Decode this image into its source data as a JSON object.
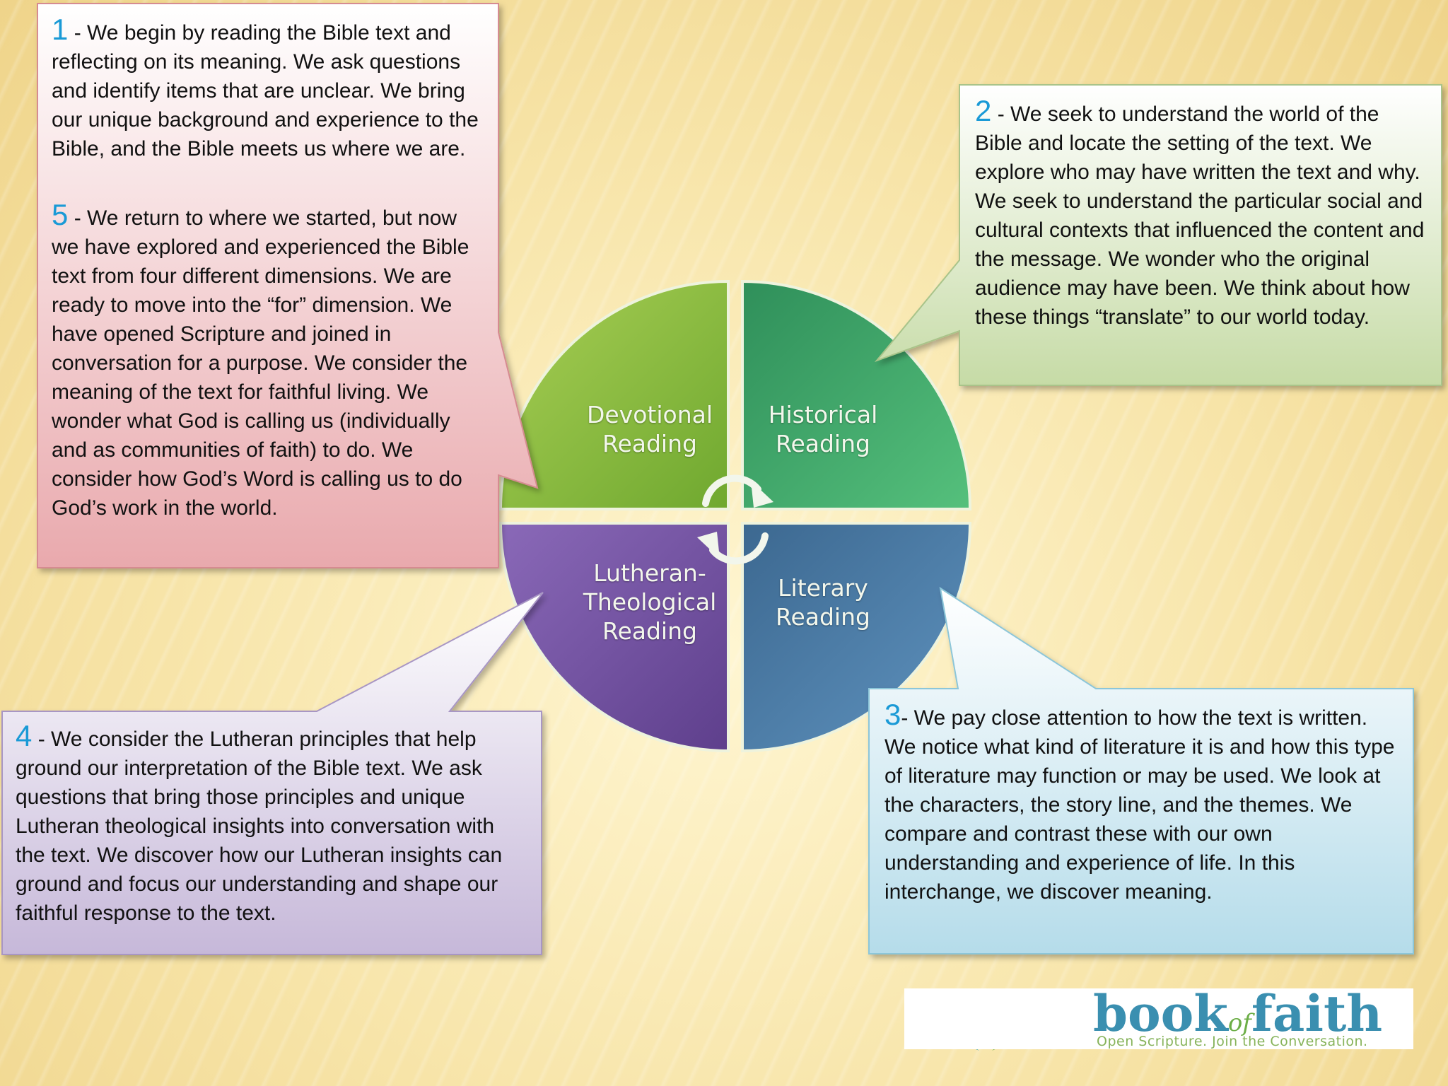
{
  "diagram": {
    "quadrants": [
      {
        "id": "devotional",
        "label_line1": "Devotional",
        "label_line2": "Reading",
        "color": "#8fbe3e"
      },
      {
        "id": "historical",
        "label_line1": "Historical",
        "label_line2": "Reading",
        "color": "#3fa866"
      },
      {
        "id": "lutheran",
        "label_line1": "Lutheran-",
        "label_line2": "Theological",
        "label_line3": "Reading",
        "color": "#7a56a6"
      },
      {
        "id": "literary",
        "label_line1": "Literary",
        "label_line2": "Reading",
        "color": "#4b79a3"
      }
    ]
  },
  "callouts": {
    "c1": {
      "num": "1",
      "text": " - We begin by reading the Bible text and reflecting on its meaning. We ask questions and identify items that are unclear. We bring our unique background and experience to the Bible, and the Bible meets us where we are."
    },
    "c5": {
      "num": "5",
      "text": " - We return to where we started, but now we have explored and experienced the Bible text from four different dimensions. We are ready to move into the “for” dimension. We have opened Scripture and joined in conversation for a purpose. We consider the meaning of the text for faithful living. We wonder what God is calling us (individually and as communities of faith) to do. We consider how God’s Word is calling us to do God’s work in the world."
    },
    "c2": {
      "num": "2",
      "text": " - We seek to understand the world of the Bible and locate the setting of the text. We explore who may have written the text and why. We seek to understand the particular social and cultural contexts that influenced the content and the message. We wonder who the original audience may have been. We think about how these things “translate” to our world today."
    },
    "c3": {
      "num": "3",
      "text": "- We pay close attention to how the text is written. We notice what kind of literature it is and how this type of literature may function or may be used. We look at the characters, the story line, and the themes. We compare and contrast these with our own understanding and experience of life. In this interchange, we discover meaning."
    },
    "c4": {
      "num": "4",
      "text": " - We consider the Lutheran principles that help ground our interpretation of the Bible text. We ask questions that bring those principles and unique Lutheran theological insights into conversation with the text. We discover how our Lutheran insights can ground and focus our understanding and shape our faithful response to the text."
    }
  },
  "logo": {
    "word1": "book",
    "word2": "of",
    "word3": "faith",
    "tagline": "Open Scripture. Join the Conversation."
  }
}
